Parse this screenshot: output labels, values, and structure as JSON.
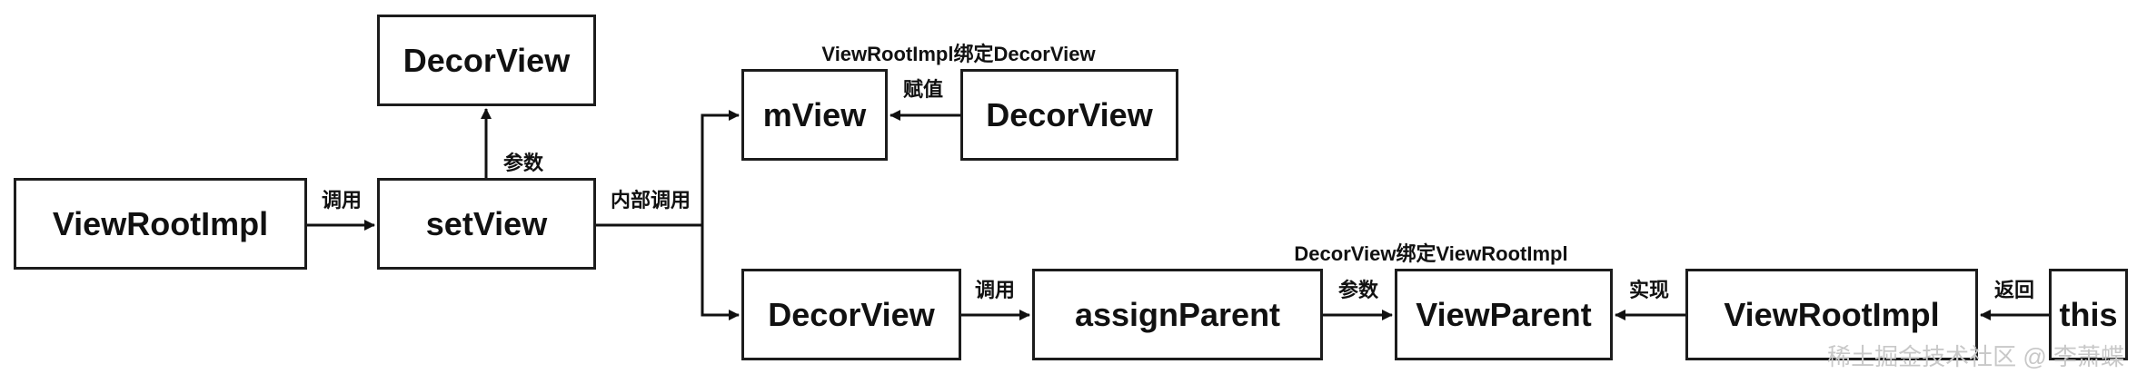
{
  "nodes": {
    "view_root_impl_left": "ViewRootImpl",
    "set_view": "setView",
    "decor_view_top": "DecorView",
    "m_view": "mView",
    "decor_view_mid": "DecorView",
    "decor_view_bottom": "DecorView",
    "assign_parent": "assignParent",
    "view_parent": "ViewParent",
    "view_root_impl_right": "ViewRootImpl",
    "this_node": "this"
  },
  "edge_labels": {
    "call_1": "调用",
    "param_1": "参数",
    "internal_call": "内部调用",
    "assign": "赋值",
    "call_2": "调用",
    "param_2": "参数",
    "implement": "实现",
    "return": "返回"
  },
  "annotations": {
    "top_binding": "ViewRootImpl绑定DecorView",
    "bottom_binding": "DecorView绑定ViewRootImpl"
  },
  "watermark": "稀土掘金技术社区 @ 李萧蝶"
}
